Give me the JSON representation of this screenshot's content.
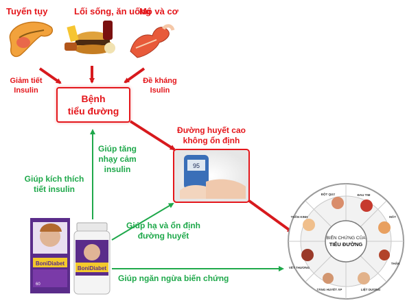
{
  "causes": {
    "pancreas_label": "Tuyến tụy",
    "lifestyle_label": "Lối sống, ăn uống",
    "muscle_label": "Mô và cơ"
  },
  "effects": {
    "pancreas_effect": [
      "Giảm tiết",
      "Insulin"
    ],
    "muscle_effect": [
      "Đề kháng",
      "Isulin"
    ]
  },
  "disease": {
    "line1": "Bệnh",
    "line2": "tiểu đường"
  },
  "blood_sugar": {
    "line1": "Đường huyết cao",
    "line2": "không ổn định"
  },
  "benefits": {
    "sensitivity": [
      "Giúp tăng",
      "nhạy cảm",
      "insulin"
    ],
    "secretion": [
      "Giúp kích thích",
      "tiết insulin"
    ],
    "stabilize": [
      "Giúp hạ và ổn định",
      "đường huyết"
    ],
    "prevent": "Giúp ngăn ngừa biến chứng"
  },
  "product": {
    "brand": "BoniDiabet",
    "count": "60"
  },
  "complications_wheel": {
    "center_line1": "BIẾN CHỨNG CỦA",
    "center_line2": "TIỂU ĐƯỜNG",
    "segments": [
      "ĐỘT QUỴ",
      "ĐAU TIM",
      "MẮT",
      "THẬN",
      "LIỆT DƯƠNG",
      "TĂNG HUYẾT ÁP",
      "VẾT THƯƠNG",
      "THẦN KINH"
    ]
  }
}
